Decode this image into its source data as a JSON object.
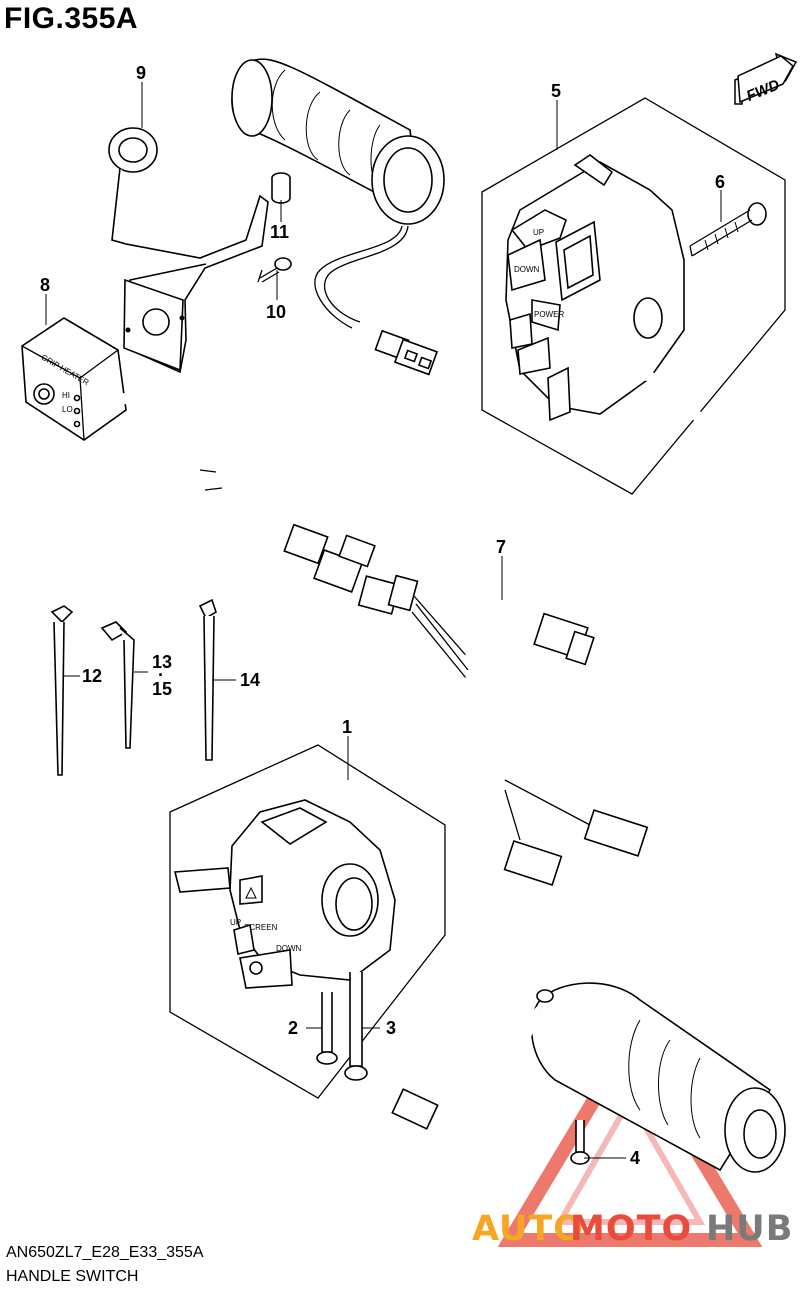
{
  "figure": {
    "title": "FIG.355A",
    "model_code": "AN650ZL7_E28_E33_355A",
    "name": "HANDLE SWITCH",
    "fwd_label": "FWD"
  },
  "callouts": [
    {
      "id": "1",
      "label": "1"
    },
    {
      "id": "2",
      "label": "2"
    },
    {
      "id": "3",
      "label": "3"
    },
    {
      "id": "4",
      "label": "4"
    },
    {
      "id": "5",
      "label": "5"
    },
    {
      "id": "6",
      "label": "6"
    },
    {
      "id": "7",
      "label": "7"
    },
    {
      "id": "8",
      "label": "8"
    },
    {
      "id": "9",
      "label": "9"
    },
    {
      "id": "10",
      "label": "10"
    },
    {
      "id": "11",
      "label": "11"
    },
    {
      "id": "12",
      "label": "12"
    },
    {
      "id": "13",
      "label": "13"
    },
    {
      "id": "13-15-dot",
      "label": "·"
    },
    {
      "id": "15",
      "label": "15"
    },
    {
      "id": "14",
      "label": "14"
    }
  ],
  "part_markings": {
    "heater_switch": {
      "title": "GRIP HEATER",
      "hi": "HI",
      "lo": "LO"
    },
    "right_switch": {
      "up": "UP",
      "down": "DOWN",
      "power": "POWER"
    },
    "left_switch": {
      "up": "UP",
      "screen": "SCREEN",
      "down": "DOWN"
    }
  },
  "watermark": {
    "part1": "AUTO",
    "part2": "MOTO",
    "part3": "HUB",
    "color1": "#f5a623",
    "color2": "#e74c3c",
    "color3": "#7a7a7a"
  }
}
